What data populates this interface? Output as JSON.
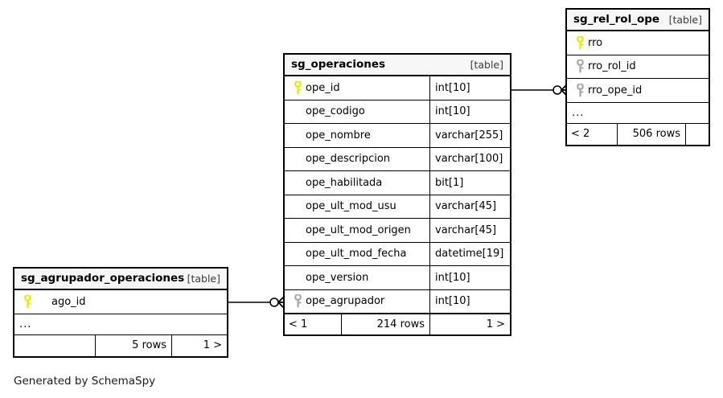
{
  "diagram": {
    "caption": "Generated by SchemaSpy",
    "table_tag": "[table]",
    "ellipsis": "...",
    "icons": {
      "primary_key": "key-icon-primary",
      "foreign_key": "key-icon-foreign"
    },
    "colors": {
      "primary_key": "#e8e800",
      "foreign_key": "#a8a8a8",
      "border": "#000000",
      "header_background": "#f7f7f7",
      "page_background": "#ffffff"
    }
  },
  "tables": {
    "sg_operaciones": {
      "name": "sg_operaciones",
      "tag": "[table]",
      "columns": [
        {
          "name": "ope_id",
          "type": "int[10]",
          "key": "primary"
        },
        {
          "name": "ope_codigo",
          "type": "int[10]",
          "key": "none"
        },
        {
          "name": "ope_nombre",
          "type": "varchar[255]",
          "key": "none"
        },
        {
          "name": "ope_descripcion",
          "type": "varchar[100]",
          "key": "none"
        },
        {
          "name": "ope_habilitada",
          "type": "bit[1]",
          "key": "none"
        },
        {
          "name": "ope_ult_mod_usu",
          "type": "varchar[45]",
          "key": "none"
        },
        {
          "name": "ope_ult_mod_origen",
          "type": "varchar[45]",
          "key": "none"
        },
        {
          "name": "ope_ult_mod_fecha",
          "type": "datetime[19]",
          "key": "none"
        },
        {
          "name": "ope_version",
          "type": "int[10]",
          "key": "none"
        },
        {
          "name": "ope_agrupador",
          "type": "int[10]",
          "key": "foreign"
        }
      ],
      "footer": {
        "left": "< 1",
        "middle": "214 rows",
        "right": "1 >"
      }
    },
    "sg_rel_rol_ope": {
      "name": "sg_rel_rol_ope",
      "tag": "[table]",
      "columns": [
        {
          "name": "rro",
          "type": "",
          "key": "primary"
        },
        {
          "name": "rro_rol_id",
          "type": "",
          "key": "foreign"
        },
        {
          "name": "rro_ope_id",
          "type": "",
          "key": "foreign"
        }
      ],
      "ellipsis": "...",
      "footer": {
        "left": "< 2",
        "middle": "506 rows",
        "right": ""
      }
    },
    "sg_agrupador_operaciones": {
      "name": "sg_agrupador_operaciones",
      "tag": "[table]",
      "columns": [
        {
          "name": "ago_id",
          "type": "",
          "key": "primary"
        }
      ],
      "ellipsis": "...",
      "footer": {
        "left": "",
        "middle": "5 rows",
        "right": "1 >"
      }
    }
  },
  "relationships": [
    {
      "from": "sg_operaciones.ope_id",
      "to": "sg_rel_rol_ope.rro_ope_id",
      "from_end": "one",
      "to_end": "many"
    },
    {
      "from": "sg_agrupador_operaciones.ago_id",
      "to": "sg_operaciones.ope_agrupador",
      "from_end": "one",
      "to_end": "many"
    }
  ]
}
